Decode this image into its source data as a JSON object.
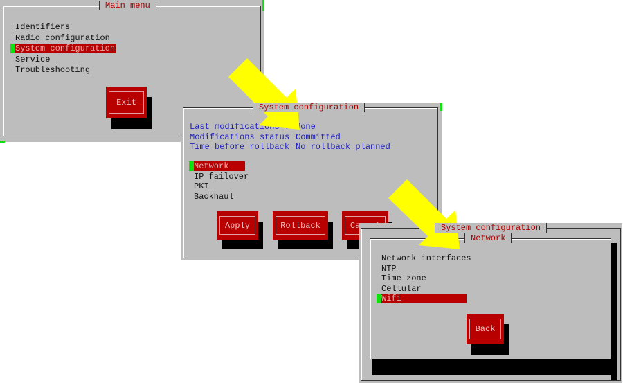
{
  "main_menu": {
    "title": "Main menu",
    "items": [
      "Identifiers",
      "Radio configuration",
      "System configuration",
      "Service",
      "Troubleshooting"
    ],
    "selected_index": 2,
    "exit_label": "Exit"
  },
  "system_configuration": {
    "title": "System configuration",
    "info": [
      {
        "label": "Last modifications :",
        "value": "None"
      },
      {
        "label": "Modifications status :",
        "value": "Committed"
      },
      {
        "label": "Time before rollback :",
        "value": "No rollback planned"
      }
    ],
    "items": [
      "Network",
      "IP failover",
      "PKI",
      "Backhaul"
    ],
    "selected_index": 0,
    "buttons": {
      "apply": "Apply",
      "rollback": "Rollback",
      "cancel": "Cancel"
    }
  },
  "network": {
    "parent_title": "System configuration",
    "title": "Network",
    "items": [
      "Network interfaces",
      "NTP",
      "Time zone",
      "Cellular",
      "Wifi"
    ],
    "selected_index": 4,
    "back_label": "Back"
  },
  "colors": {
    "panel": "#bdbdbd",
    "highlight": "#b80000",
    "cursor": "#10e010",
    "arrow": "#ffff00",
    "info_text": "#2020c0"
  }
}
